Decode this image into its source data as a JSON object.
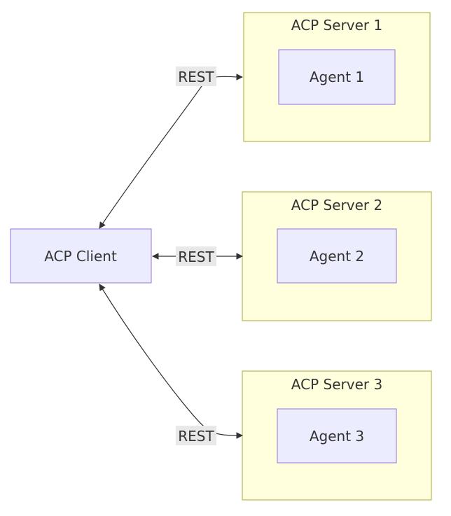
{
  "client": {
    "label": "ACP Client"
  },
  "servers": [
    {
      "title": "ACP Server 1",
      "agent": "Agent 1",
      "edge_label": "REST"
    },
    {
      "title": "ACP Server 2",
      "agent": "Agent 2",
      "edge_label": "REST"
    },
    {
      "title": "ACP Server 3",
      "agent": "Agent 3",
      "edge_label": "REST"
    }
  ]
}
